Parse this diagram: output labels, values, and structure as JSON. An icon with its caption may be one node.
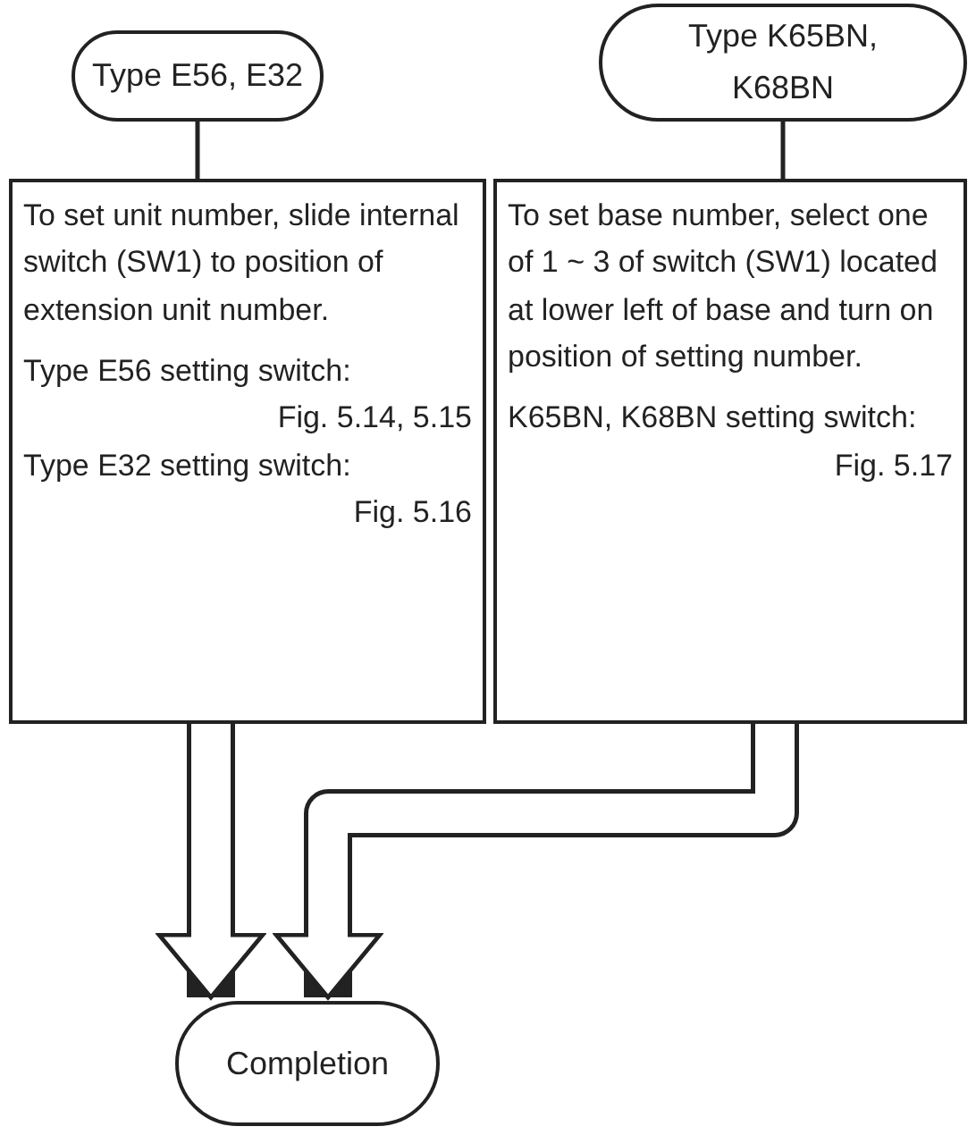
{
  "diagram": {
    "nodes": [
      {
        "text": [
          "Type E56, E32"
        ]
      },
      {
        "text": [
          "Type K65BN, K68BN"
        ]
      },
      {
        "text": [
          "To set unit number, slide internal switch (SW1) to position of extension unit number.",
          "Type E56 setting switch:",
          "Fig. 5.14, 5.15",
          "Type E32 setting switch:",
          "Fig. 5.16"
        ]
      },
      {
        "text": [
          "To set base number, select one of 1 ~ 3 of switch (SW1) located at lower left of base and turn on position of setting number.",
          "K65BN, K68BN setting switch:",
          "Fig. 5.17"
        ]
      },
      {
        "text": [
          "Completion"
        ]
      }
    ],
    "edges": [
      {
        "from": 0,
        "to": 2,
        "arrow": "none"
      },
      {
        "from": 1,
        "to": 3,
        "arrow": "none"
      },
      {
        "from": 2,
        "to": 4,
        "arrow": "to",
        "style": "thick"
      },
      {
        "from": 3,
        "to": 4,
        "arrow": "to",
        "style": "thick"
      }
    ]
  }
}
